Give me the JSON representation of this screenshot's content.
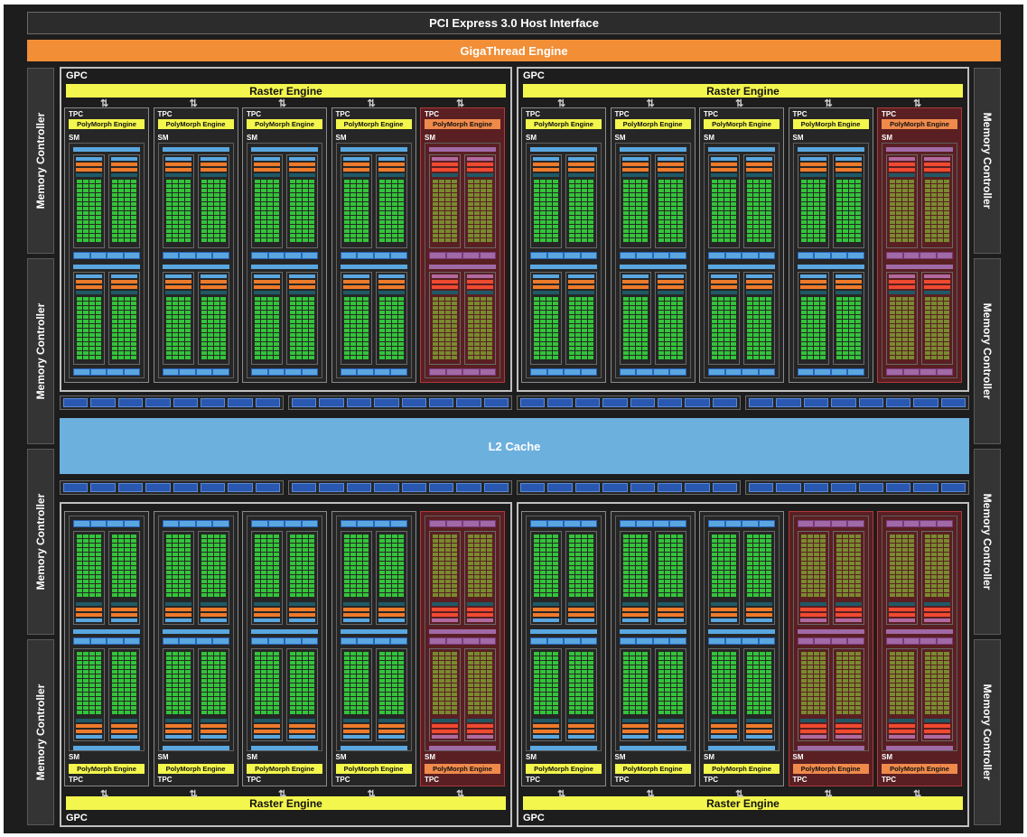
{
  "host_interface": "PCI Express 3.0 Host Interface",
  "thread_engine": "GigaThread Engine",
  "memory_controller_label": "Memory Controller",
  "l2_cache": "L2 Cache",
  "gpc_label": "GPC",
  "raster_engine": "Raster Engine",
  "tpc_label": "TPC",
  "sm_label": "SM",
  "polymorph_engine": "PolyMorph Engine",
  "arrows_glyph": "⇅",
  "colors": {
    "background": "#1d1d1d",
    "gigathread": "#f18e36",
    "raster": "#f3f64c",
    "l2": "#6cb0de",
    "core": "#33c43a",
    "disabled_tint": "#b03a3a"
  },
  "gpcs": [
    {
      "id": "top-left",
      "tpcs": [
        true,
        true,
        true,
        true,
        false
      ]
    },
    {
      "id": "top-right",
      "tpcs": [
        true,
        true,
        true,
        true,
        false
      ]
    },
    {
      "id": "bottom-left",
      "tpcs": [
        true,
        true,
        true,
        true,
        false
      ]
    },
    {
      "id": "bottom-right",
      "tpcs": [
        true,
        true,
        true,
        false,
        false
      ]
    }
  ]
}
